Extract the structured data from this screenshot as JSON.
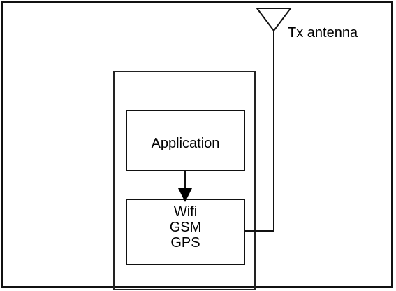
{
  "diagram": {
    "antenna_label": "Tx antenna",
    "application_label": "Application",
    "radio_module": [
      "Wifi",
      "GSM",
      "GPS"
    ]
  }
}
